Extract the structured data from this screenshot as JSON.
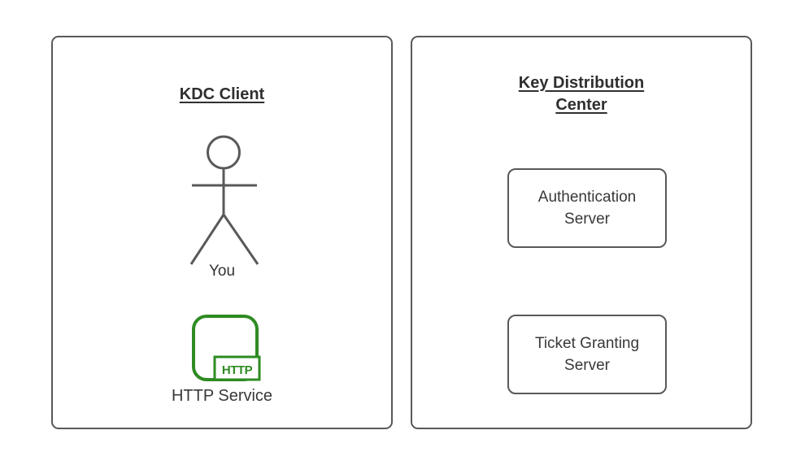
{
  "colors": {
    "stroke_gray": "#595959",
    "accent_green": "#2e8b22",
    "text": "#383838"
  },
  "client_panel": {
    "title": "KDC Client",
    "actor_label": "You",
    "service_label": "HTTP Service",
    "badge": "HTTP"
  },
  "kdc_panel": {
    "title_line1": "Key Distribution",
    "title_line2": "Center",
    "servers": [
      {
        "line1": "Authentication",
        "line2": "Server"
      },
      {
        "line1": "Ticket Granting",
        "line2": "Server"
      }
    ]
  }
}
